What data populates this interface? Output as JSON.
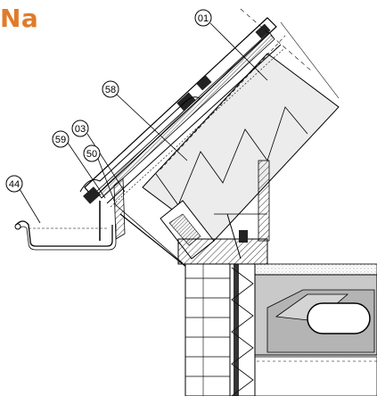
{
  "title": "Na",
  "title_color": "#e07b2a",
  "callouts": [
    {
      "id": "c01",
      "label": "01"
    },
    {
      "id": "c58",
      "label": "58"
    },
    {
      "id": "c03",
      "label": "03"
    },
    {
      "id": "c59",
      "label": "59"
    },
    {
      "id": "c50",
      "label": "50"
    },
    {
      "id": "c44",
      "label": "44"
    }
  ]
}
